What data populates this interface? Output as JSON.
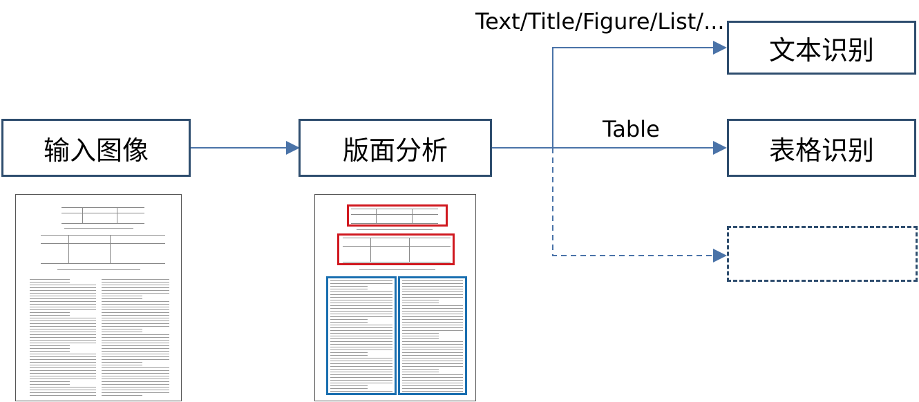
{
  "nodes": {
    "input_image": "输入图像",
    "layout_analysis": "版面分析",
    "text_recognition": "文本识别",
    "table_recognition": "表格识别",
    "placeholder": ""
  },
  "edge_labels": {
    "text_branch": "Text/Title/Figure/List/...",
    "table_branch": "Table"
  },
  "colors": {
    "box_border": "#2e4d6e",
    "arrow": "#4a73a8",
    "table_highlight": "#d0181f",
    "text_highlight": "#1a6fb0"
  }
}
